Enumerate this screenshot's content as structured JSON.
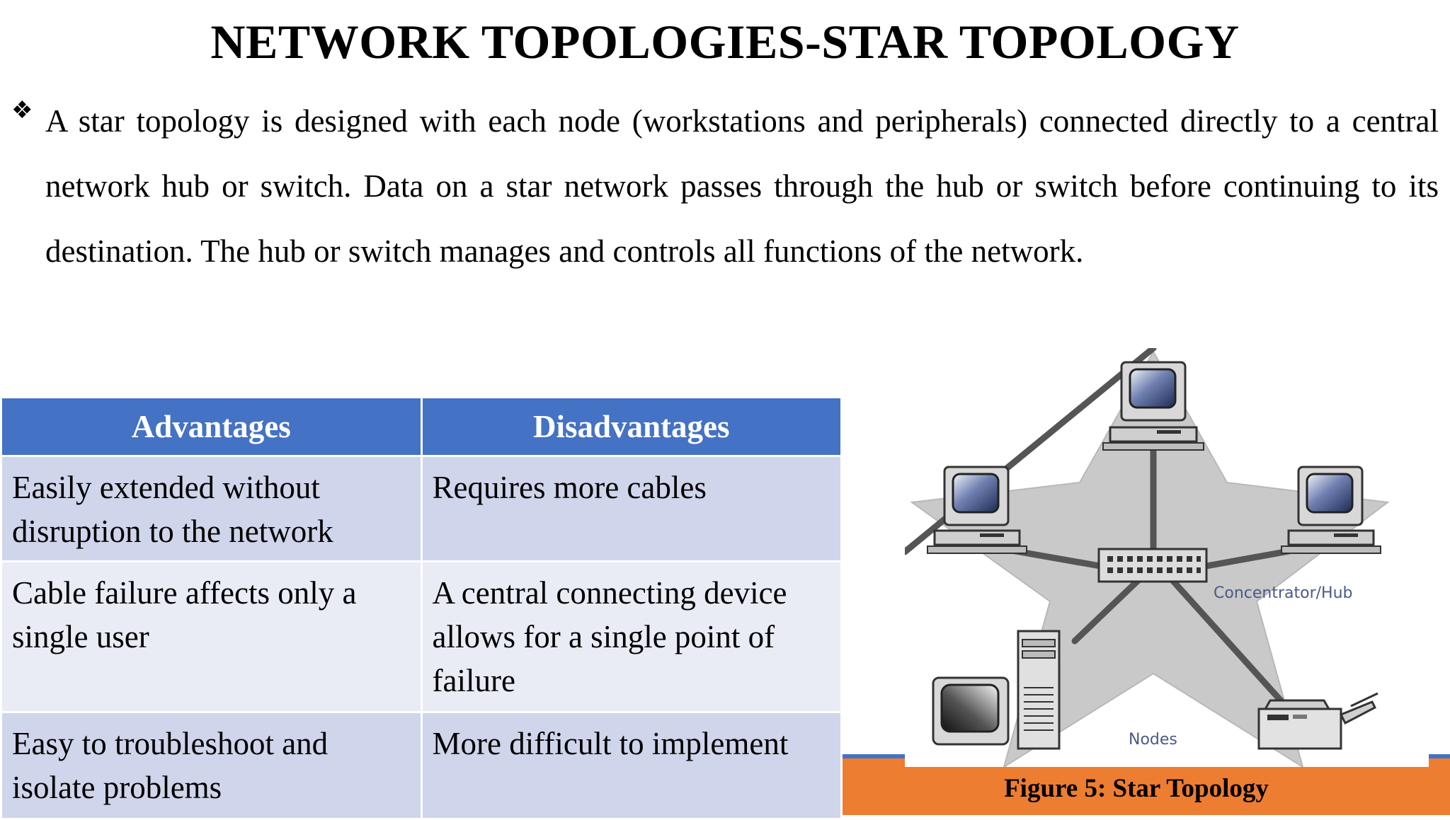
{
  "slide": {
    "title": "NETWORK TOPOLOGIES-STAR TOPOLOGY",
    "bullet": "A star topology is designed with each node (workstations and peripherals) connected directly to a central network hub or switch. Data on a star network passes through the hub or switch before continuing to its destination. The hub or switch manages and controls all functions of the network."
  },
  "table": {
    "headers": [
      "Advantages",
      "Disadvantages"
    ],
    "rows": [
      [
        "Easily extended without disruption to the network",
        "Requires more cables"
      ],
      [
        "Cable failure affects only a single user",
        "A central connecting device allows for a single point of failure"
      ],
      [
        "Easy to troubleshoot and isolate problems",
        "More difficult to implement"
      ]
    ]
  },
  "figure": {
    "hub_label": "Concentrator/Hub",
    "nodes_label": "Nodes",
    "caption": "Figure 5: Star Topology"
  },
  "colors": {
    "header_blue": "#4472c4",
    "row_dark": "#cfd5ea",
    "row_light": "#e9ebf5",
    "band_orange": "#ed7d31"
  }
}
